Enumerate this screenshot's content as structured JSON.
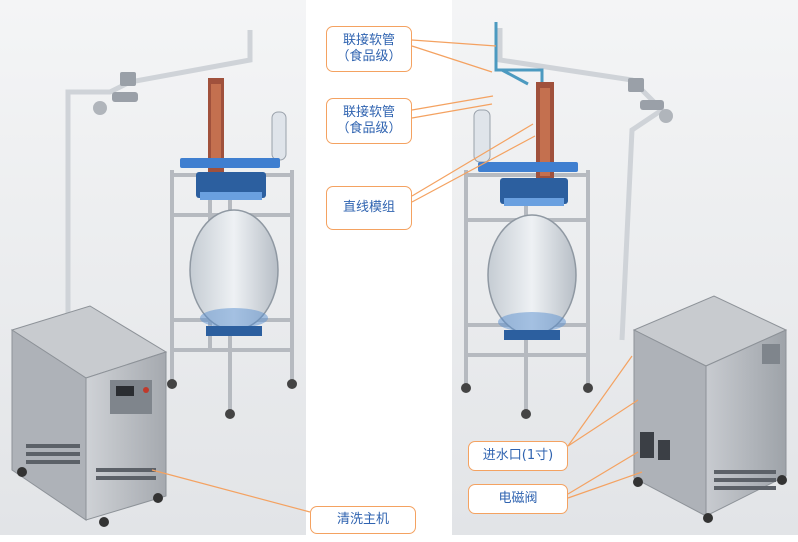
{
  "callouts": {
    "hose_top": {
      "line1": "联接软管",
      "line2": "（食品级）"
    },
    "hose_mid": {
      "line1": "联接软管",
      "line2": "（食品级）"
    },
    "linear_module": "直线模组",
    "water_inlet": "进水口(1寸)",
    "solenoid_valve": "电磁阀",
    "cleaning_host": "清洗主机"
  },
  "colors": {
    "callout_border": "#f4a261",
    "callout_text": "#2f63b0",
    "leader_line": "#f4a261",
    "panel_bg": "#eceef0",
    "frame": "#c9ccd0",
    "glass": "#d6dbe0",
    "blue_part": "#3f7fd0",
    "rust_part": "#a0513c",
    "cabinet": "#b8bcc2"
  }
}
